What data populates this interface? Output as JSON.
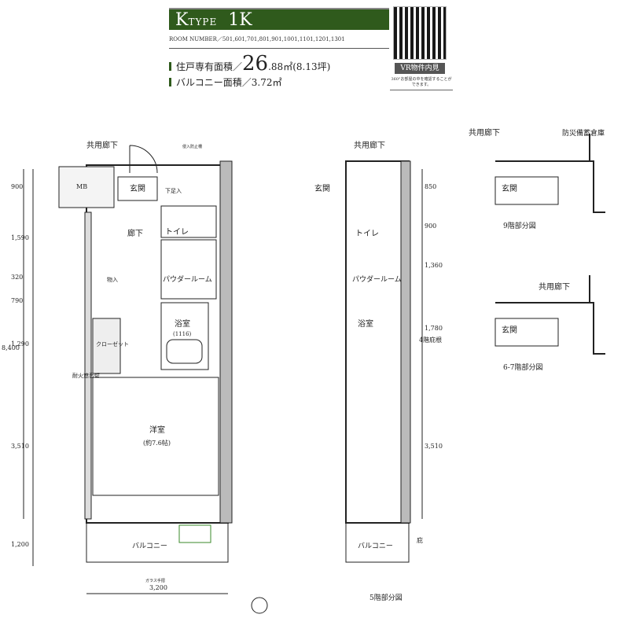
{
  "header": {
    "type_label": "K",
    "type_suffix": "TYPE",
    "layout": "1K",
    "room_numbers": "ROOM NUMBER／501,601,701,801,901,1001,1101,1201,1301",
    "private_area_label": "住戸専有面積／",
    "private_area_big": "26",
    "private_area_rest": ".88㎡(8.13坪)",
    "balcony_area": "バルコニー面積／3.72㎡",
    "vr_button": "VR物件内見",
    "vr_note": "360°お部屋の中を確認することができます。"
  },
  "plan": {
    "corridor": "共用廊下",
    "entrance": "玄関",
    "shoe_box": "下足入",
    "hall": "廊下",
    "toilet": "トイレ",
    "powder_room": "パウダールーム",
    "bath": "浴室",
    "bath_size": "(1116)",
    "closet": "クローゼット",
    "western_room": "洋室",
    "western_room_size": "(約7.6帖)",
    "balcony": "バルコニー",
    "mb": "MB",
    "fire_wall": "耐火遮音壁",
    "storage": "物入",
    "intrusion_guard": "侵入防止柵",
    "glass_rail": "ガラス手摺",
    "eaves": "庇",
    "roof_4f": "4階庇根",
    "disaster_storage": "防災備蓄倉庫"
  },
  "dimensions": {
    "left": [
      "900",
      "1,590",
      "320",
      "790",
      "1,290",
      "3,510",
      "1,200"
    ],
    "total": "8,400",
    "bottom": "3,200",
    "right": [
      "850",
      "900",
      "1,360",
      "1,780",
      "3,510"
    ]
  },
  "captions": {
    "floor5": "5階部分図",
    "floor9": "9階部分図",
    "floor67": "6-7階部分図"
  },
  "colors": {
    "brand": "#2f5a1c",
    "accent": "#3a8a2a"
  }
}
